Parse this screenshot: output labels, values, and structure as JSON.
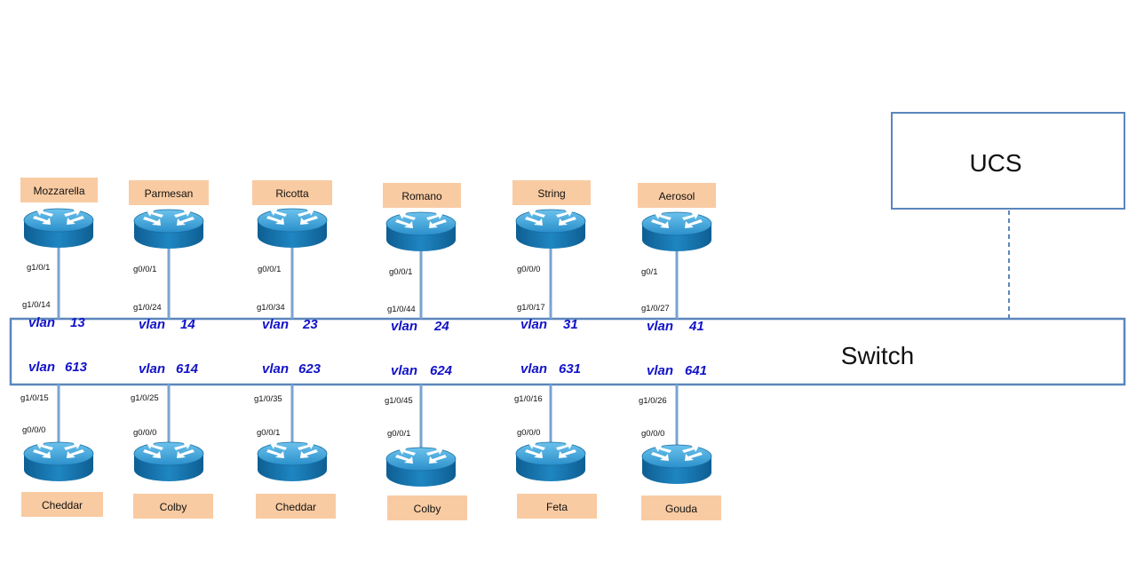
{
  "colors": {
    "accent": "#5b86bd",
    "label_box": "#f9cba2",
    "vlan_text": "#1212c8",
    "router_top": "#3fa4d8",
    "router_side": "#166fa8"
  },
  "ucs": {
    "label": "UCS"
  },
  "switch": {
    "label": "Switch"
  },
  "columns": [
    {
      "top_router": "Mozzarella",
      "top_port": "g1/0/1",
      "switch_top_port": "g1/0/14",
      "vlan_top_word": "vlan",
      "vlan_top_num": "13",
      "vlan_bot_word": "vlan",
      "vlan_bot_num": "613",
      "switch_bottom_port": "g1/0/15",
      "bottom_port": "g0/0/0",
      "bottom_router": "Cheddar"
    },
    {
      "top_router": "Parmesan",
      "top_port": "g0/0/1",
      "switch_top_port": "g1/0/24",
      "vlan_top_word": "vlan",
      "vlan_top_num": "14",
      "vlan_bot_word": "vlan",
      "vlan_bot_num": "614",
      "switch_bottom_port": "g1/0/25",
      "bottom_port": "g0/0/0",
      "bottom_router": "Colby"
    },
    {
      "top_router": "Ricotta",
      "top_port": "g0/0/1",
      "switch_top_port": "g1/0/34",
      "vlan_top_word": "vlan",
      "vlan_top_num": "23",
      "vlan_bot_word": "vlan",
      "vlan_bot_num": "623",
      "switch_bottom_port": "g1/0/35",
      "bottom_port": "g0/0/1",
      "bottom_router": "Cheddar"
    },
    {
      "top_router": "Romano",
      "top_port": "g0/0/1",
      "switch_top_port": "g1/0/44",
      "vlan_top_word": "vlan",
      "vlan_top_num": "24",
      "vlan_bot_word": "vlan",
      "vlan_bot_num": "624",
      "switch_bottom_port": "g1/0/45",
      "bottom_port": "g0/0/1",
      "bottom_router": "Colby"
    },
    {
      "top_router": "String",
      "top_port": "g0/0/0",
      "switch_top_port": "g1/0/17",
      "vlan_top_word": "vlan",
      "vlan_top_num": "31",
      "vlan_bot_word": "vlan",
      "vlan_bot_num": "631",
      "switch_bottom_port": "g1/0/16",
      "bottom_port": "g0/0/0",
      "bottom_router": "Feta"
    },
    {
      "top_router": "Aerosol",
      "top_port": "g0/1",
      "switch_top_port": "g1/0/27",
      "vlan_top_word": "vlan",
      "vlan_top_num": "41",
      "vlan_bot_word": "vlan",
      "vlan_bot_num": "641",
      "switch_bottom_port": "g1/0/26",
      "bottom_port": "g0/0/0",
      "bottom_router": "Gouda"
    }
  ]
}
